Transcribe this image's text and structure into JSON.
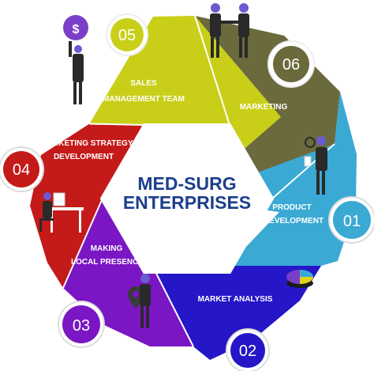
{
  "center": {
    "line1": "MED-SURG",
    "line2": "ENTERPRISES"
  },
  "segments": [
    {
      "number": "01",
      "lines": [
        "PRODUCT",
        "DEVELOPMENT"
      ],
      "color": "#3aa9d4"
    },
    {
      "number": "02",
      "lines": [
        "MARKET ANALYSIS"
      ],
      "color": "#2516c8"
    },
    {
      "number": "03",
      "lines": [
        "MAKING",
        "LOCAL PRESENCE"
      ],
      "color": "#7a16c4"
    },
    {
      "number": "04",
      "lines": [
        "MARKETING STRATEGY",
        "DEVELOPMENT"
      ],
      "color": "#c41a1a"
    },
    {
      "number": "05",
      "lines": [
        "SALES",
        "MANAGEMENT TEAM"
      ],
      "color": "#c9cf18"
    },
    {
      "number": "06",
      "lines": [
        "MARKETING"
      ],
      "color": "#6b6a3d"
    }
  ],
  "icons": {
    "dollar_sign": "$"
  }
}
